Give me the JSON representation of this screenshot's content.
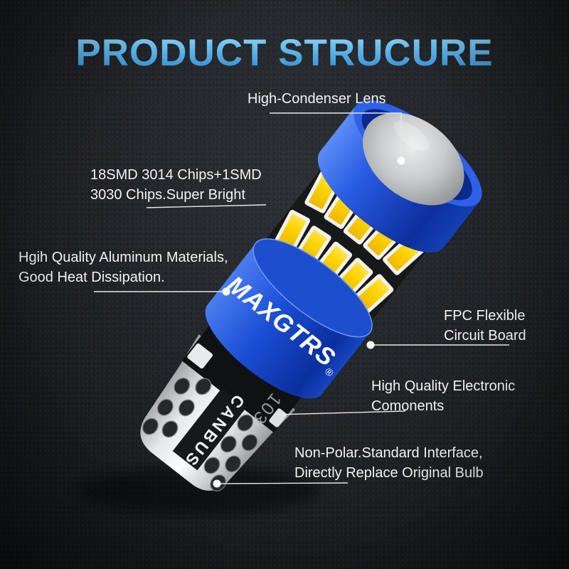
{
  "title": "PRODUCT STRUCURE",
  "annotations": {
    "lens": {
      "line1": "High-Condenser Lens"
    },
    "chips": {
      "line1": "18SMD 3014 Chips+1SMD",
      "line2": "3030 Chips.Super Bright"
    },
    "aluminum": {
      "line1": "Hgih Quality Aluminum Materials,",
      "line2": "Good Heat Dissipation."
    },
    "fpc": {
      "line1": "FPC Flexible",
      "line2": "Circuit Board"
    },
    "electronic": {
      "line1": "High Quality Electronic",
      "line2": "Comonents"
    },
    "interface": {
      "line1": "Non-Polar.Standard Interface,",
      "line2": "Directly Replace Original Bulb"
    }
  },
  "product": {
    "brand": "MAXGTRS",
    "trademark": "®",
    "model_number": "103",
    "base_marking": "CANBUS"
  },
  "colors": {
    "background": "#1d2024",
    "title_gradient_top": "#9adef8",
    "title_gradient_bottom": "#2f7fc4",
    "body_blue": "#1a4fd0",
    "chip_yellow": "#ffd400",
    "lens_grey": "#b9babc",
    "base_white": "#e9ebed",
    "label_text": "#f2f2f2",
    "leader_line": "#e6e6e6"
  }
}
